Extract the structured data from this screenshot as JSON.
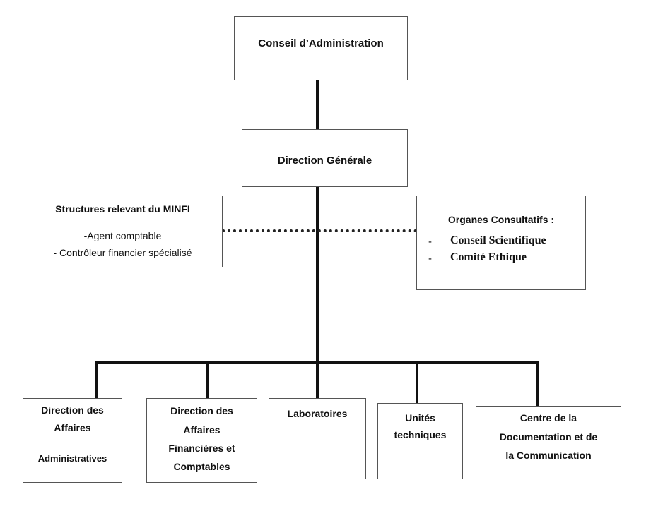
{
  "board": "Conseil d’Administration",
  "general_direction": "Direction Générale",
  "minfi": {
    "title": "Structures relevant du MINFI",
    "item1": "-Agent comptable",
    "item2": "- Contrôleur financier spécialisé"
  },
  "consultative": {
    "title": "Organes Consultatifs :",
    "bullet": "-",
    "item1": "Conseil Scientifique",
    "item2": "Comité Ethique"
  },
  "departments": {
    "daa_line1": "Direction des",
    "daa_line2": "Affaires",
    "daa_line3": "Administratives",
    "dafc_line1": "Direction des",
    "dafc_line2": "Affaires",
    "dafc_line3": "Financières et",
    "dafc_line4": "Comptables",
    "labs": "Laboratoires",
    "units_line1": "Unités",
    "units_line2": "techniques",
    "cdc_line1": "Centre de la",
    "cdc_line2": "Documentation et de",
    "cdc_line3": "la Communication"
  }
}
